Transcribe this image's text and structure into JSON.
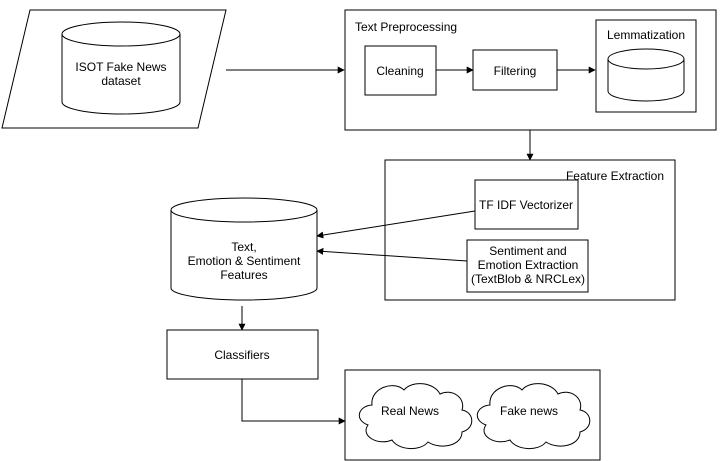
{
  "diagram": {
    "dataset": {
      "line1": "ISOT Fake News",
      "line2": "dataset"
    },
    "preprocessing": {
      "title": "Text Preprocessing",
      "cleaning": "Cleaning",
      "filtering": "Filtering",
      "lemmatization": "Lemmatization"
    },
    "feature_extraction": {
      "title": "Feature Extraction",
      "tfidf": "TF IDF Vectorizer",
      "sentiment": {
        "line1": "Sentiment and",
        "line2": "Emotion Extraction",
        "line3": "(TextBlob & NRCLex)"
      }
    },
    "features_db": {
      "line1": "Text,",
      "line2": "Emotion & Sentiment",
      "line3": "Features"
    },
    "classifiers": "Classifiers",
    "outputs": {
      "real": "Real News",
      "fake": "Fake news"
    }
  }
}
